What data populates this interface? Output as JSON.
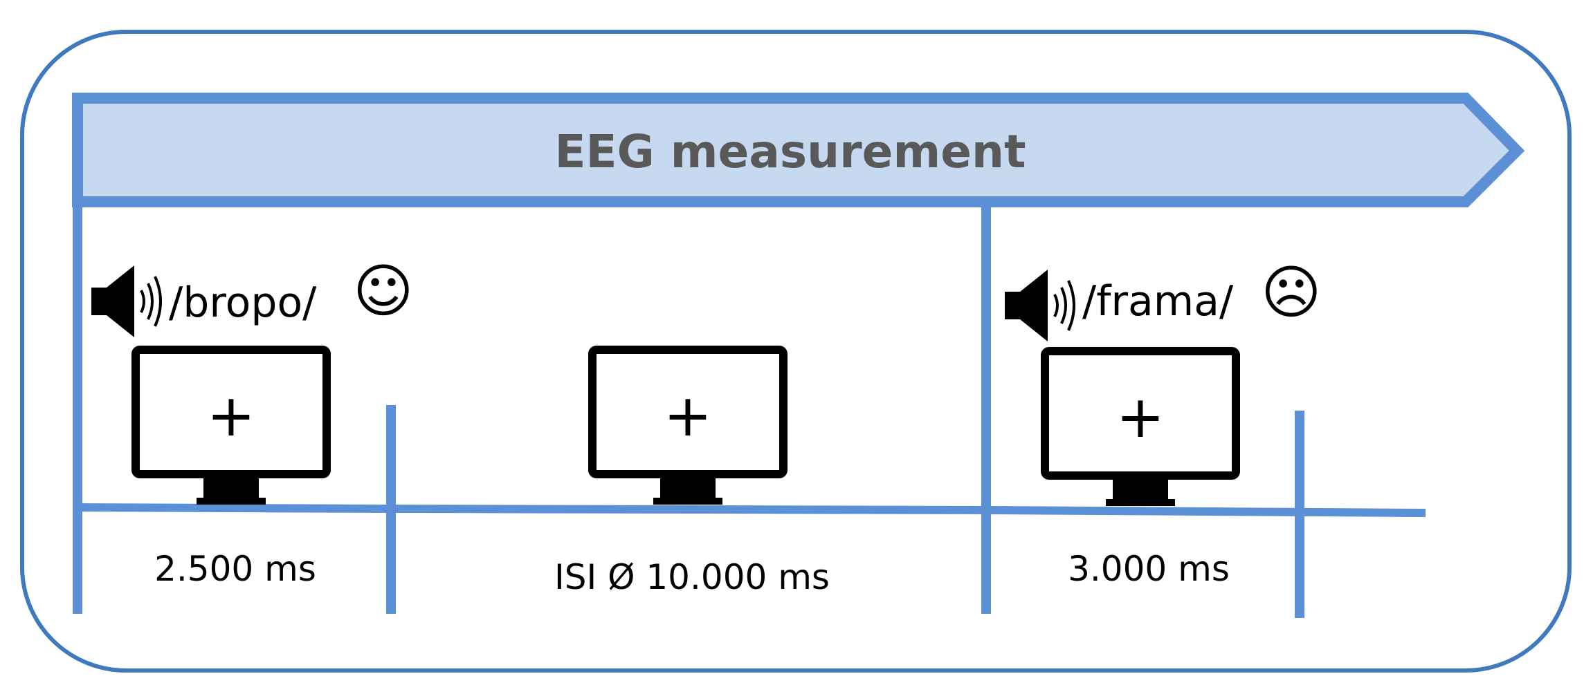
{
  "banner": {
    "label": "EEG measurement"
  },
  "trials": [
    {
      "stimulus": "/bropo/",
      "feedback": "☺",
      "fixation": "+",
      "duration": "2.500 ms"
    },
    {
      "stimulus": "/frama/",
      "feedback": "☹",
      "fixation": "+",
      "duration": "3.000 ms"
    }
  ],
  "isi": {
    "fixation": "+",
    "duration": "ISI Ø 10.000 ms"
  },
  "colors": {
    "accent": "#5b8fd6",
    "frame": "#3f79be",
    "banner_fill": "#c6d9f1",
    "banner_text": "#595959"
  },
  "icons": {
    "speaker": "speaker-icon",
    "monitor": "monitor-icon"
  }
}
